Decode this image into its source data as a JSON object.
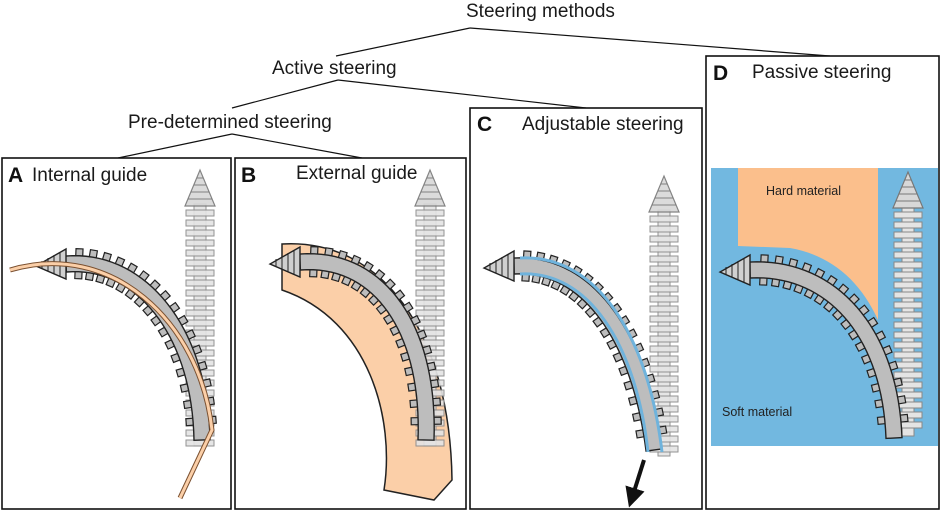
{
  "tree": {
    "root": "Steering methods",
    "active": "Active steering",
    "predetermined": "Pre-determined steering"
  },
  "panels": [
    {
      "letter": "A",
      "title": "Internal guide"
    },
    {
      "letter": "B",
      "title": "External guide"
    },
    {
      "letter": "C",
      "title": "Adjustable steering"
    },
    {
      "letter": "D",
      "title": "Passive steering",
      "hard_label": "Hard material",
      "soft_label": "Soft material"
    }
  ],
  "colors": {
    "robot_body": "#bdbdbd",
    "robot_ghost": "#e4e4e4",
    "guide_orange": "#fbcfa8",
    "guide_orange_edge": "#e6a070",
    "blue_sheath": "#6fb3dc",
    "soft_material": "#72b8e0",
    "hard_material": "#fbbf8c",
    "outline": "#222222"
  }
}
